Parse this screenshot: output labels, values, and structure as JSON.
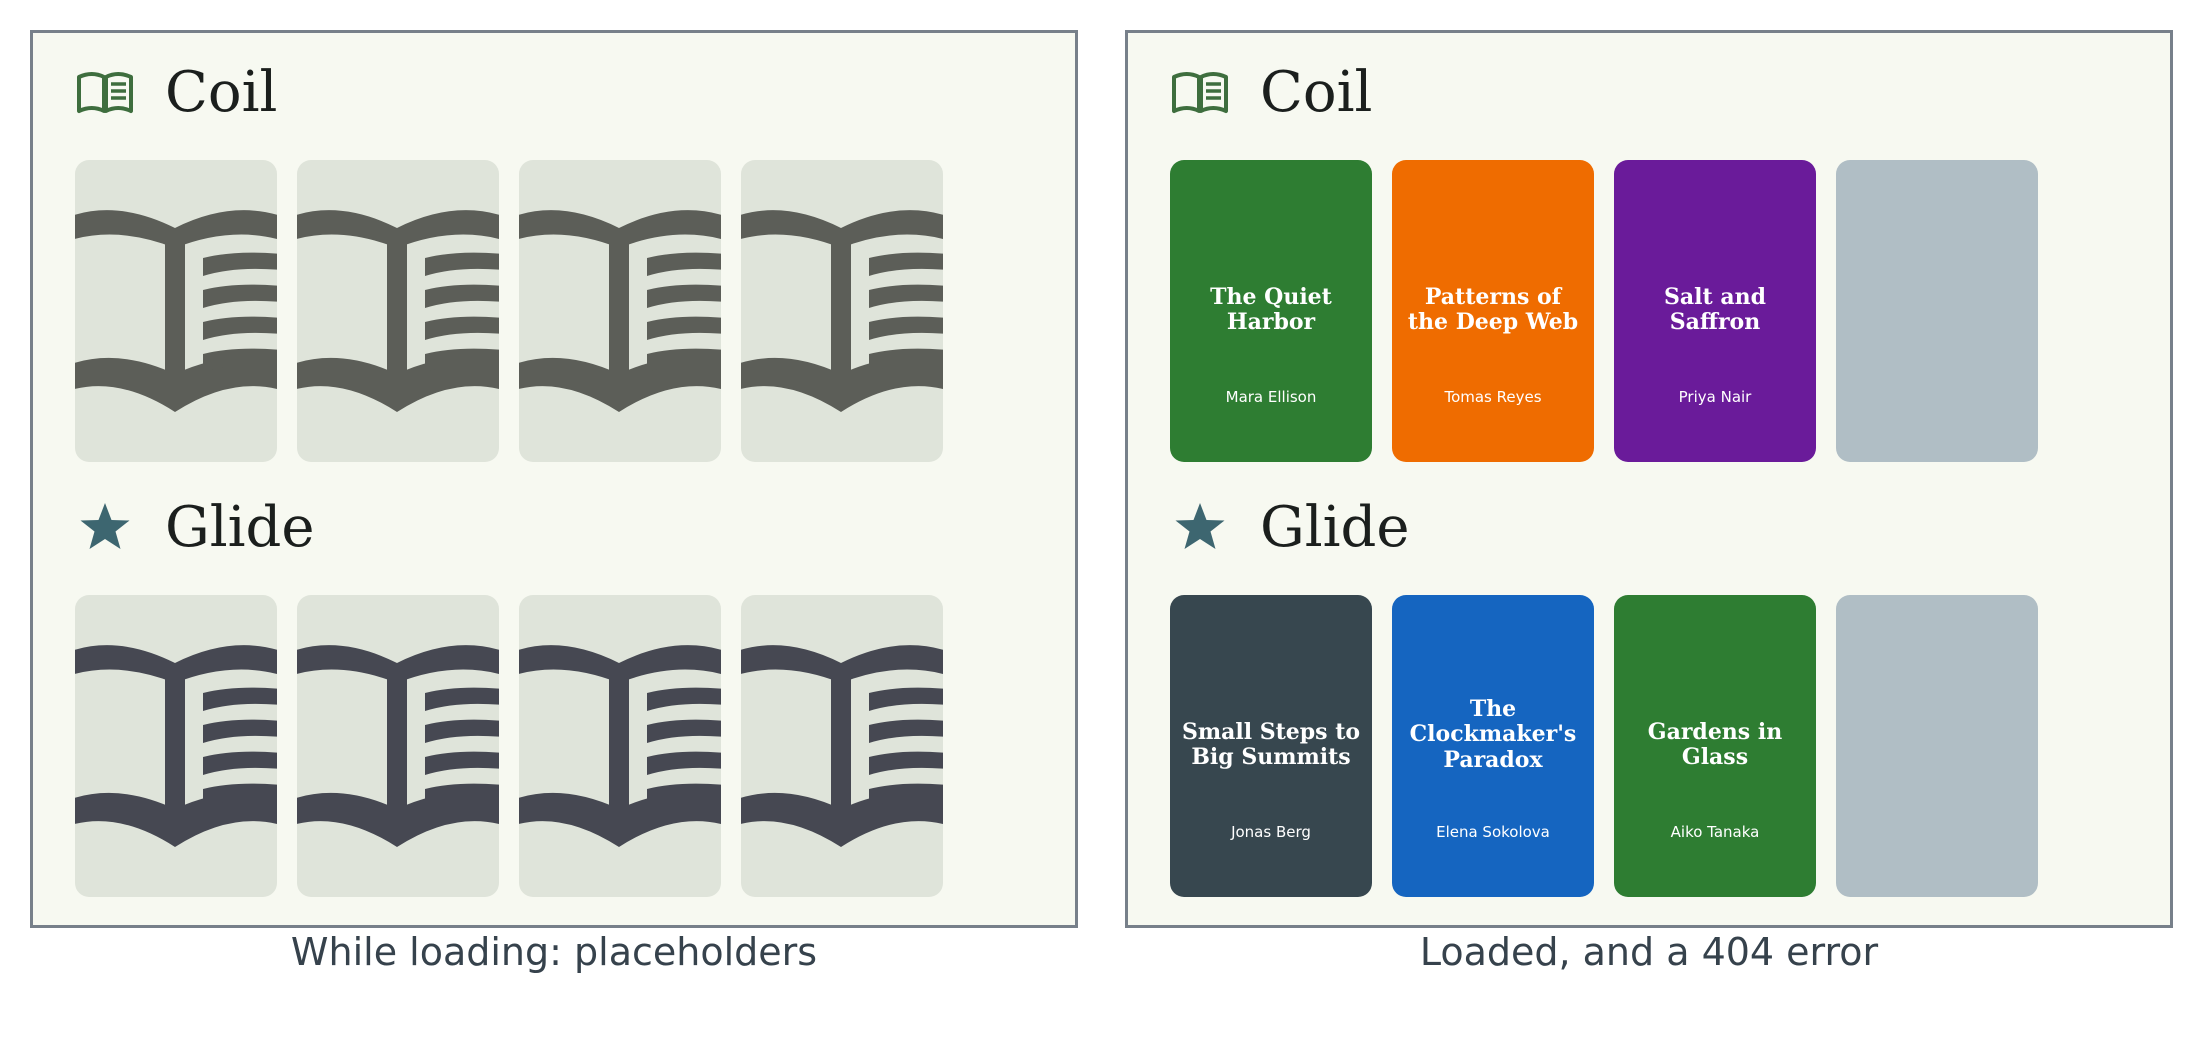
{
  "colors": {
    "panel_bg": "#f7f9f1",
    "panel_border": "#77808a",
    "placeholder_bg": "#dfe4da",
    "coil_placeholder_icon": "#5c5e58",
    "glide_placeholder_icon": "#464852",
    "coil_section_icon": "#3e6e3e",
    "glide_section_icon": "#3d6670",
    "broken_cover": "#b0bec5"
  },
  "panels": {
    "left": {
      "caption": "While loading: placeholders",
      "sections": [
        {
          "title": "Coil",
          "icon": "open-book-icon",
          "placeholder_count": 4
        },
        {
          "title": "Glide",
          "icon": "star-icon",
          "placeholder_count": 4
        }
      ]
    },
    "right": {
      "caption": "Loaded, and a 404 error",
      "sections": [
        {
          "title": "Coil",
          "icon": "open-book-icon",
          "books": [
            {
              "title": "The Quiet Harbor",
              "author": "Mara Ellison",
              "color": "#2e7d32"
            },
            {
              "title": "Patterns of the Deep Web",
              "author": "Tomas Reyes",
              "color": "#ef6c00"
            },
            {
              "title": "Salt and Saffron",
              "author": "Priya Nair",
              "color": "#6a1b9a"
            }
          ]
        },
        {
          "title": "Glide",
          "icon": "star-icon",
          "books": [
            {
              "title": "Small Steps to Big Summits",
              "author": "Jonas Berg",
              "color": "#37474f"
            },
            {
              "title": "The Clockmaker's Paradox",
              "author": "Elena Sokolova",
              "color": "#1565c0"
            },
            {
              "title": "Gardens in Glass",
              "author": "Aiko Tanaka",
              "color": "#2e7d32"
            }
          ]
        }
      ]
    }
  }
}
